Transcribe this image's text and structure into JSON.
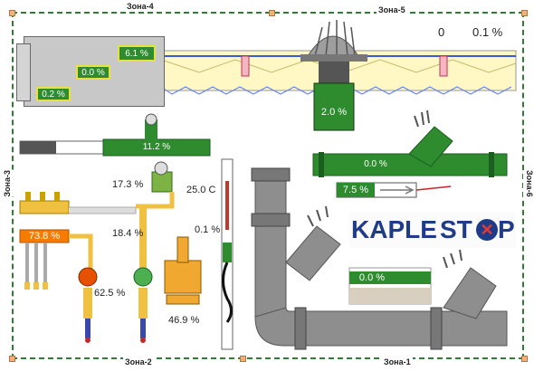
{
  "zones": {
    "zone1": "Зона-1",
    "zone2": "Зона-2",
    "zone3": "Зона-3",
    "zone4": "Зона-4",
    "zone5": "Зона-5",
    "zone6": "Зона-6"
  },
  "header": {
    "counter": "0",
    "percent": "0.1 %"
  },
  "panel": {
    "val1": "6.1 %",
    "val2": "0.0 %",
    "val3": "0.2 %"
  },
  "roof": {
    "drain_value": "2.0 %"
  },
  "pipe_bar": {
    "value": "11.2 %"
  },
  "green_pipe": {
    "value": "0.0 %"
  },
  "sensor_bar": {
    "value": "7.5 %"
  },
  "manifold": {
    "value": "73.8 %"
  },
  "valves": {
    "v1": "17.3 %",
    "v2": "18.4 %",
    "v3": "62.5 %",
    "v4": "46.9 %",
    "v5": "0.1 %"
  },
  "temperature": "25.0 C",
  "brand": {
    "part1": "KAPLE",
    "part2": "ST",
    "part3": "P"
  },
  "tray": {
    "value": "0.0 %"
  },
  "colors": {
    "green": "#2e8b2e",
    "brand_blue": "#1f3c88",
    "brand_red": "#e53935",
    "orange": "#f57c00"
  }
}
